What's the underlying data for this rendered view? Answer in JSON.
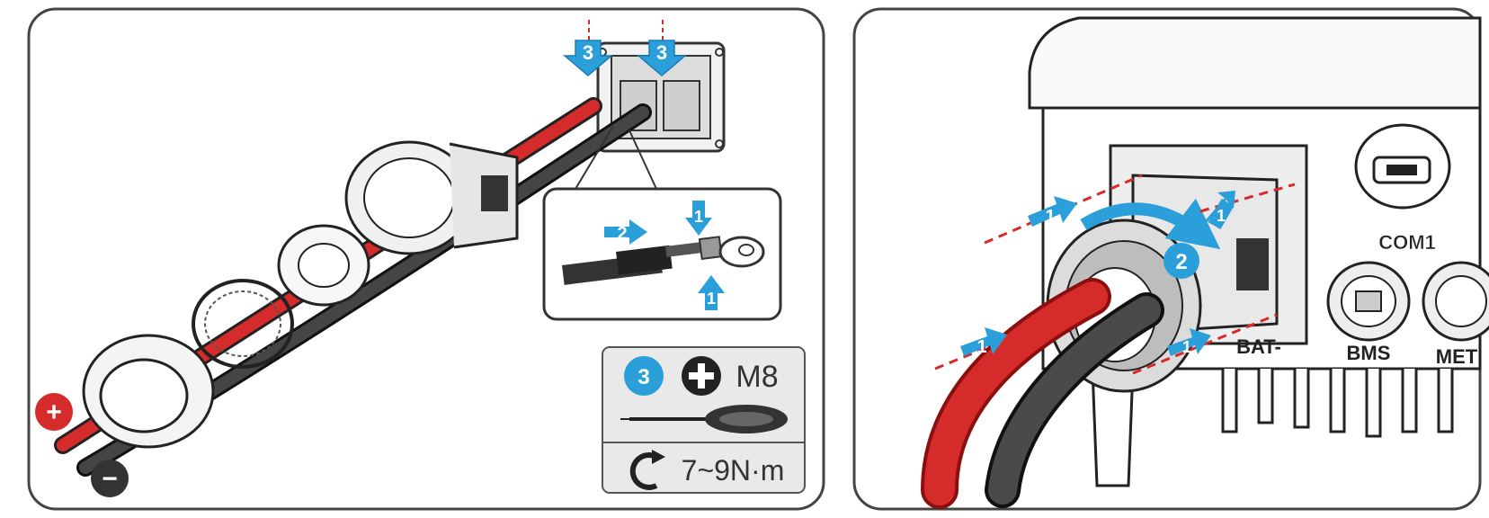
{
  "left_panel": {
    "polarity_positive": "+",
    "polarity_negative": "−",
    "step_markers_top": [
      "3",
      "3"
    ],
    "detail_steps": [
      "2",
      "1",
      "1"
    ],
    "tool_box": {
      "step": "3",
      "screw_label": "M8",
      "torque": "7~9N·m"
    }
  },
  "right_panel": {
    "port_labels": [
      "COM1",
      "BAT-",
      "BMS",
      "MET"
    ],
    "step_markers": [
      "1",
      "1",
      "2",
      "1",
      "1"
    ]
  },
  "colors": {
    "accent_blue": "#2a9fd9",
    "red_wire": "#d62b2b",
    "dark_wire": "#3a3a3a",
    "panel_border": "#444444",
    "tool_box_bg": "#e9e9e9"
  }
}
